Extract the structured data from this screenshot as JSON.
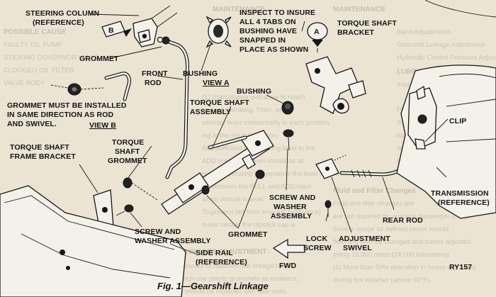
{
  "labels": {
    "steering_column": [
      "STEERING COLUMN",
      "(REFERENCE)"
    ],
    "inspect": [
      "INSPECT TO INSURE",
      "ALL 4 TABS ON",
      "BUSHING HAVE",
      "SNAPPED IN",
      "PLACE AS SHOWN"
    ],
    "torque_shaft_bracket": [
      "TORQUE SHAFT",
      "BRACKET"
    ],
    "grommet_top": "GROMMET",
    "bushing_top": "BUSHING",
    "view_a": "VIEW A",
    "front_rod": [
      "FRONT",
      "ROD"
    ],
    "grommet_note": [
      "GROMMET MUST BE INSTALLED",
      "IN SAME DIRECTION AS ROD",
      "AND SWIVEL."
    ],
    "view_b": "VIEW B",
    "bushing_mid": "BUSHING",
    "torque_shaft_assembly": [
      "TORQUE SHAFT",
      "ASSEMBLY"
    ],
    "clip": "CLIP",
    "torque_shaft_frame_bracket": [
      "TORQUE SHAFT",
      "FRAME BRACKET"
    ],
    "torque_shaft_grommet": [
      "TORQUE",
      "SHAFT",
      "GROMMET"
    ],
    "screw_washer_right": [
      "SCREW AND",
      "WASHER",
      "ASSEMBLY"
    ],
    "screw_washer_left": [
      "SCREW AND",
      "WASHER ASSEMBLY"
    ],
    "transmission": [
      "TRANSMISSION",
      "(REFERENCE)"
    ],
    "rear_rod": "REAR ROD",
    "lock_screw": [
      "LOCK",
      "SCREW"
    ],
    "adjustment_swivel": [
      "ADJUSTMENT",
      "SWIVEL"
    ],
    "grommet_bottom": "GROMMET",
    "side_rail": [
      "SIDE RAIL",
      "(REFERENCE)"
    ],
    "fwd": "FWD",
    "ry_code": "RY157",
    "figure_caption": "Fig. 1—Gearshift Linkage",
    "marker_a": "A",
    "marker_b": "B"
  },
  "colors": {
    "paper": "#ebe4d3",
    "ink": "#161616",
    "part_fill": "#f4f1ea",
    "faint_text": "#c9c1ae"
  }
}
